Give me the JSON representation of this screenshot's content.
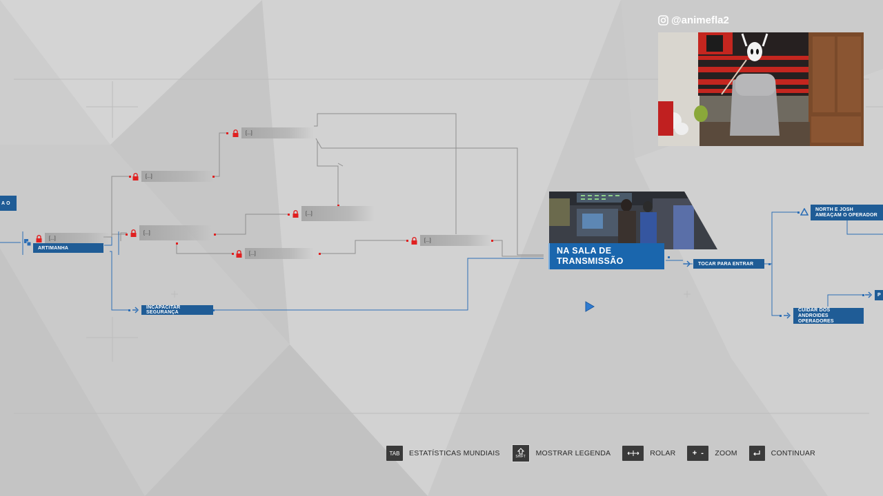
{
  "social": {
    "handle": "@animefla2",
    "icon": "instagram-icon"
  },
  "flowchart": {
    "locked_label": "[...]",
    "left_edge_fragment": "A O",
    "nodes": {
      "artimanha": "ARTIMANHA",
      "incapacitar": "INCAPACITAR SEGURANÇA",
      "main": "NA SALA DE TRANSMISSÃO",
      "tocar": "TOCAR PARA ENTRAR",
      "north": "NORTH E JOSH AMEAÇAM O OPERADOR",
      "cuidar": "CUIDAR DOS ANDROIDES OPERADORES",
      "right_fragment": "P"
    }
  },
  "legend": {
    "items": [
      {
        "key": "TAB",
        "label": "ESTATÍSTICAS MUNDIAIS"
      },
      {
        "key": "SHIFT",
        "label": "MOSTRAR LEGENDA"
      },
      {
        "key": "mouse-move-icon",
        "label": "ROLAR"
      },
      {
        "key": "+  -",
        "label": "ZOOM"
      },
      {
        "key": "enter-icon",
        "label": "CONTINUAR"
      }
    ]
  },
  "colors": {
    "node_blue": "#1f5c96",
    "lock_red": "#e02020",
    "line_blue": "#2c6eb5"
  }
}
